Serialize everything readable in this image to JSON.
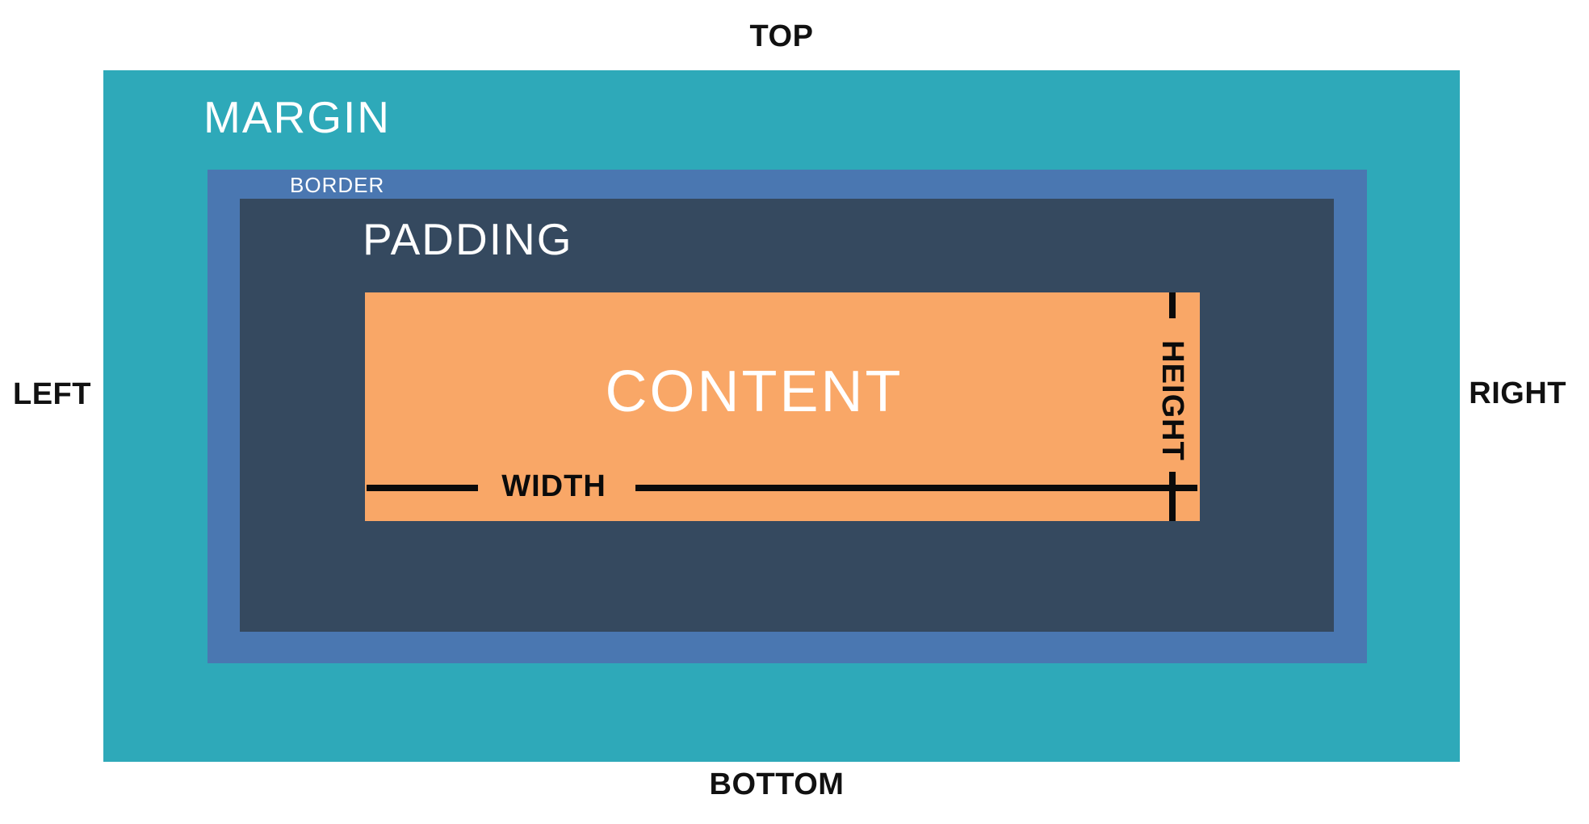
{
  "sides": {
    "top": "TOP",
    "bottom": "BOTTOM",
    "left": "LEFT",
    "right": "RIGHT"
  },
  "boxes": {
    "margin": {
      "label": "MARGIN",
      "color": "#2EA9B9"
    },
    "border": {
      "label": "BORDER",
      "color": "#4A77B1"
    },
    "padding": {
      "label": "PADDING",
      "color": "#35495F"
    },
    "content": {
      "label": "CONTENT",
      "color": "#F9A767"
    }
  },
  "dimensions": {
    "width": "WIDTH",
    "height": "HEIGHT"
  },
  "colors": {
    "background": "#FFFFFF",
    "side_label_text": "#111111",
    "box_label_text": "#FFFFFF",
    "dimension_line": "#0B0B0B"
  }
}
